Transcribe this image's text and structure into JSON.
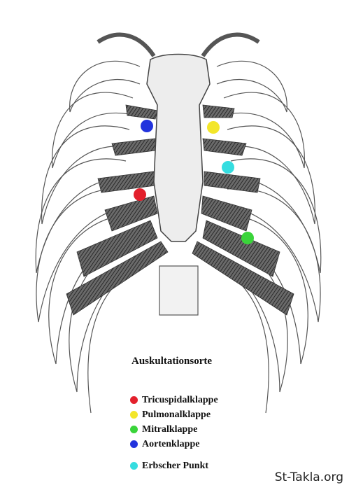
{
  "title": "Auskultationsorte",
  "points": [
    {
      "key": "tricuspid",
      "label": "Tricuspidalklappe",
      "color": "#e3202c"
    },
    {
      "key": "pulmonal",
      "label": "Pulmonalklappe",
      "color": "#f3e62a"
    },
    {
      "key": "mitral",
      "label": "Mitralklappe",
      "color": "#3ad43a"
    },
    {
      "key": "aorten",
      "label": "Aortenklappe",
      "color": "#2233dd"
    },
    {
      "key": "erb",
      "label": "Erbscher Punkt",
      "color": "#35dde0"
    }
  ],
  "watermark": "St-Takla.org"
}
